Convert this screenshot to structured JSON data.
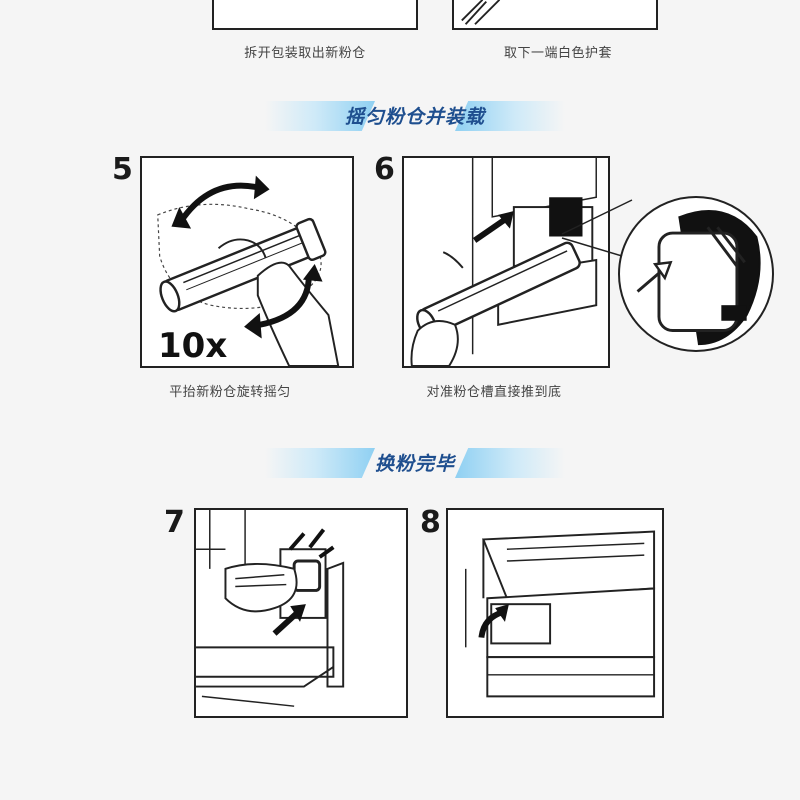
{
  "captions": {
    "top_left": "拆开包装取出新粉仓",
    "top_right": "取下一端白色护套",
    "step5": "平抬新粉仓旋转摇匀",
    "step6": "对准粉仓槽直接推到底"
  },
  "sections": {
    "shake_install": "摇匀粉仓并装载",
    "finish": "换粉完毕"
  },
  "steps": {
    "s5": "5",
    "s6": "6",
    "s7": "7",
    "s8": "8"
  },
  "step5_times": "10x",
  "colors": {
    "banner_text": "#1f4f8f",
    "banner_blue": "#8fd0f2",
    "line": "#222222"
  }
}
